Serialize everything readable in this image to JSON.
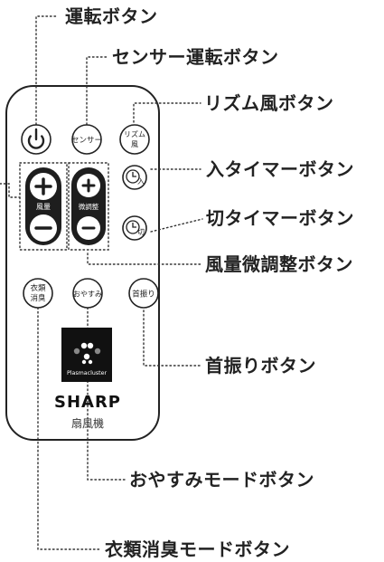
{
  "callouts": {
    "power": "運転ボタン",
    "sensor": "センサー運転ボタン",
    "rhythm": "リズム風ボタン",
    "timer_on": "入タイマーボタン",
    "timer_off": "切タイマーボタン",
    "fine_adjust": "風量微調整ボタン",
    "swing": "首振りボタン",
    "sleep": "おやすみモードボタン",
    "clothes": "衣類消臭モードボタン"
  },
  "remote": {
    "sensor_label": "センサー",
    "rhythm_label": [
      "リズム",
      "風"
    ],
    "timer_on_label": "入",
    "timer_off_label": "切",
    "volume_label": "風量",
    "fine_label": "微調整",
    "clothes_label": [
      "衣類",
      "消臭"
    ],
    "sleep_label": "おやすみ",
    "swing_label": "首振り",
    "plasma_label": "Plasmacluster",
    "brand": "SHARP",
    "product": "扇風機"
  },
  "colors": {
    "ink": "#222222",
    "dark_button": "#1e1e1e",
    "body": "#ffffff"
  }
}
